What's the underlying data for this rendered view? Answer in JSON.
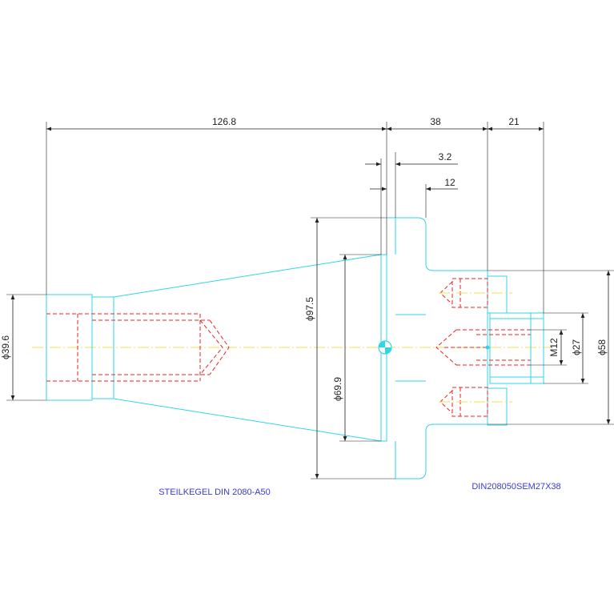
{
  "dimensions": {
    "len_taper": "126.8",
    "len_flange": "38",
    "len_shank": "21",
    "flange_gap": "3.2",
    "flange_width": "12",
    "dia_97_5": "ϕ97.5",
    "dia_69_9": "ϕ69.9",
    "dia_39_6": "ϕ39.6",
    "dia_58": "ϕ58",
    "dia_27": "ϕ27",
    "thread_m12": "M12"
  },
  "captions": {
    "left": "STEILKEGEL DIN 2080-A50",
    "right": "DIN208050SEM27X38"
  },
  "colors": {
    "outline": "#2fd6e8",
    "hidden": "#ee2222",
    "centerline": "#f2e24a",
    "dimension": "#222222",
    "caption": "#3a3adb"
  }
}
